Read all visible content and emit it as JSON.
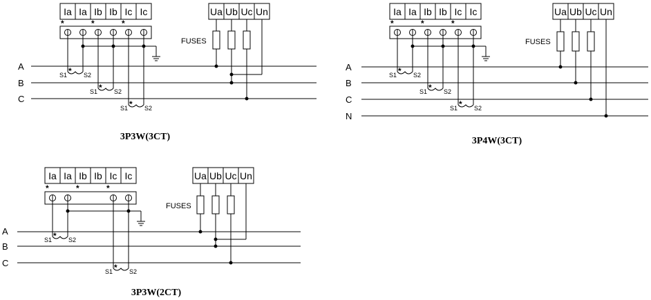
{
  "diagrams": {
    "d1": {
      "title": "3P3W(3CT)",
      "current_terminals": [
        "Ia",
        "Ia",
        "Ib",
        "Ib",
        "Ic",
        "Ic"
      ],
      "voltage_terminals": [
        "Ua",
        "Ub",
        "Uc",
        "Un"
      ],
      "fuses_label": "FUSES",
      "lines": [
        "A",
        "B",
        "C"
      ],
      "s1": "S1",
      "s2": "S2",
      "star": "*"
    },
    "d2": {
      "title": "3P4W(3CT)",
      "current_terminals": [
        "Ia",
        "Ia",
        "Ib",
        "Ib",
        "Ic",
        "Ic"
      ],
      "voltage_terminals": [
        "Ua",
        "Ub",
        "Uc",
        "Un"
      ],
      "fuses_label": "FUSES",
      "lines": [
        "A",
        "B",
        "C",
        "N"
      ],
      "s1": "S1",
      "s2": "S2",
      "star": "*"
    },
    "d3": {
      "title": "3P3W(2CT)",
      "current_terminals": [
        "Ia",
        "Ia",
        "Ib",
        "Ib",
        "Ic",
        "Ic"
      ],
      "voltage_terminals": [
        "Ua",
        "Ub",
        "Uc",
        "Un"
      ],
      "fuses_label": "FUSES",
      "lines": [
        "A",
        "B",
        "C"
      ],
      "s1": "S1",
      "s2": "S2",
      "star": "*"
    }
  }
}
